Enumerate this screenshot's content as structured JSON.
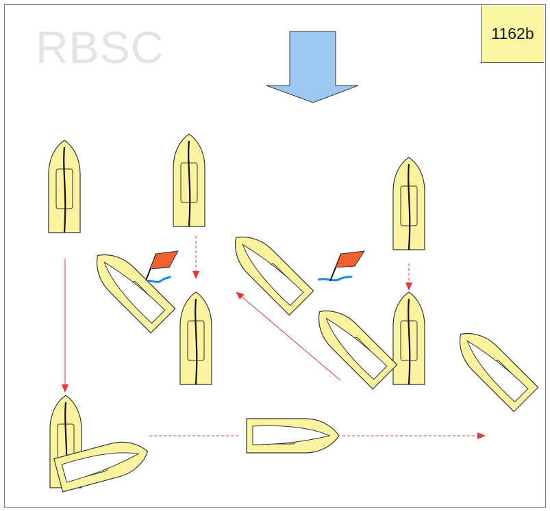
{
  "watermark": "RBSC",
  "diagram_id": "1162b",
  "colors": {
    "hull_fill": "#faf3a0",
    "hull_stroke": "#333333",
    "wind_arrow": "#9cc7f0",
    "track_arrow": "#ee3333",
    "flag": "#f26030",
    "water": "#1a8ae8"
  },
  "icons": [
    "wind-direction-arrow",
    "mark-flag",
    "boat-hull",
    "track-arrow"
  ]
}
